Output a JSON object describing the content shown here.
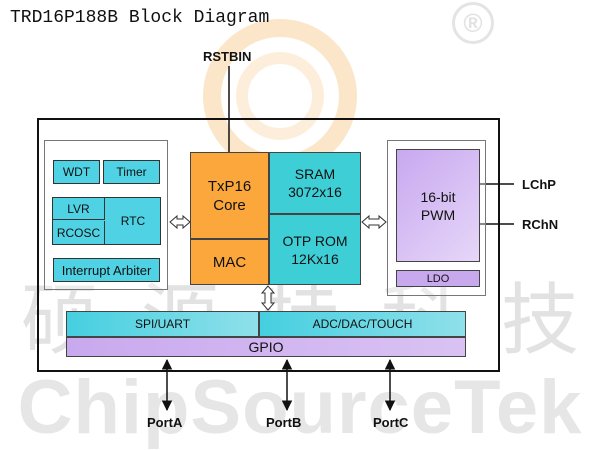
{
  "title": "TRD16P188B Block Diagram",
  "watermark": {
    "registered": "®",
    "chinese_chars": [
      "硕",
      "源",
      "特",
      "科",
      "技"
    ],
    "english": "ChipSourceTek"
  },
  "pins": {
    "reset": "RSTBIN",
    "left_channel": "LChP",
    "right_channel": "RChN"
  },
  "left_block": {
    "wdt": "WDT",
    "timer": "Timer",
    "lvr": "LVR",
    "rcosc": "RCOSC",
    "rtc": "RTC",
    "interrupt_arbiter": "Interrupt Arbiter"
  },
  "core": {
    "cpu_line1": "TxP16",
    "cpu_line2": "Core",
    "mac": "MAC",
    "sram_line1": "SRAM",
    "sram_line2": "3072x16",
    "otp_line1": "OTP ROM",
    "otp_line2": "12Kx16"
  },
  "right_block": {
    "pwm_line1": "16-bit",
    "pwm_line2": "PWM",
    "ldo": "LDO"
  },
  "buses": {
    "spi_uart": "SPI/UART",
    "adc_dac_touch": "ADC/DAC/TOUCH",
    "gpio": "GPIO"
  },
  "ports": [
    "PortA",
    "PortB",
    "PortC"
  ],
  "colors": {
    "background": "#ffffff",
    "module_cyan": "#4fd2e4",
    "core_orange": "#fba73c",
    "memory_teal": "#3ecfd6",
    "pwm_purple": "#d2b8f4",
    "bus_purple": "#c9a9ee",
    "watermark_gray": "#e2e2e2"
  }
}
